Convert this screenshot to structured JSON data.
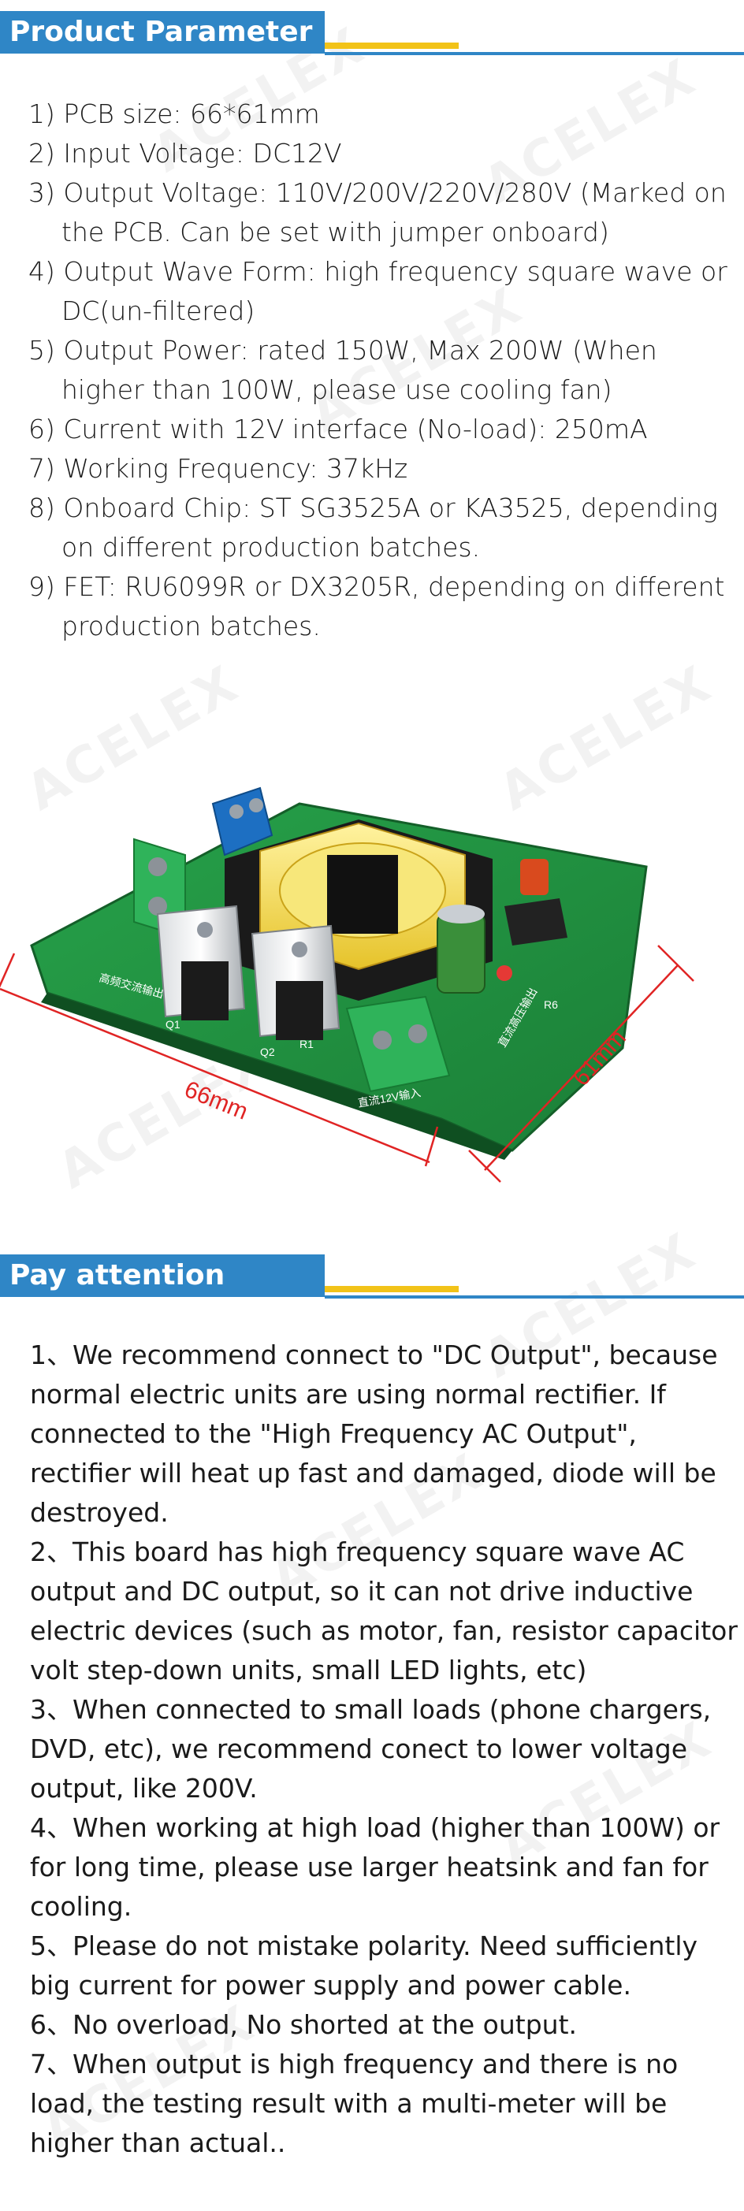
{
  "watermark": "ACELEX",
  "product_parameter": {
    "title": "Product Parameter",
    "items": [
      "1) PCB size: 66*61mm",
      "2) Input Voltage: DC12V",
      "3) Output Voltage: 110V/200V/220V/280V (Marked on the PCB. Can be set with jumper onboard)",
      "4) Output Wave Form: high frequency square wave or DC(un-filtered)",
      "5) Output Power: rated 150W, Max 200W (When higher than 100W, please use cooling fan)",
      "6) Current with 12V interface (No-load): 250mA",
      "7) Working Frequency: 37kHz",
      "8) Onboard Chip: ST SG3525A or KA3525, depending on different production batches.",
      "9) FET: RU6099R or DX3205R, depending on different production batches."
    ]
  },
  "board_image": {
    "dim_width": "66mm",
    "dim_height": "61mm",
    "silk_labels": [
      "Q1",
      "Q2",
      "R1",
      "R6",
      "直流12V输入",
      "高频交流输出",
      "直流高压输出"
    ]
  },
  "pay_attention": {
    "title": "Pay attention",
    "items": [
      "1、We recommend connect to \"DC Output\", because normal electric units are using normal rectifier. If connected to the \"High Frequency AC Output\", rectifier will heat up fast and damaged, diode will be destroyed.",
      "2、This board has high frequency square wave AC output and DC output, so it can not drive inductive electric devices (such as motor, fan, resistor capacitor volt step-down units, small LED lights, etc)",
      "3、When connected to small loads (phone chargers, DVD, etc), we recommend conect to lower voltage output, like 200V.",
      "4、When working at high load (higher than 100W) or for long time, please use larger heatsink and fan for cooling.",
      "5、Please do not mistake polarity. Need sufficiently big current for power supply and power cable.",
      "6、No overload, No shorted at the output.",
      "7、When output is high frequency and there is no load, the testing result with a multi-meter will be higher than actual.."
    ]
  }
}
